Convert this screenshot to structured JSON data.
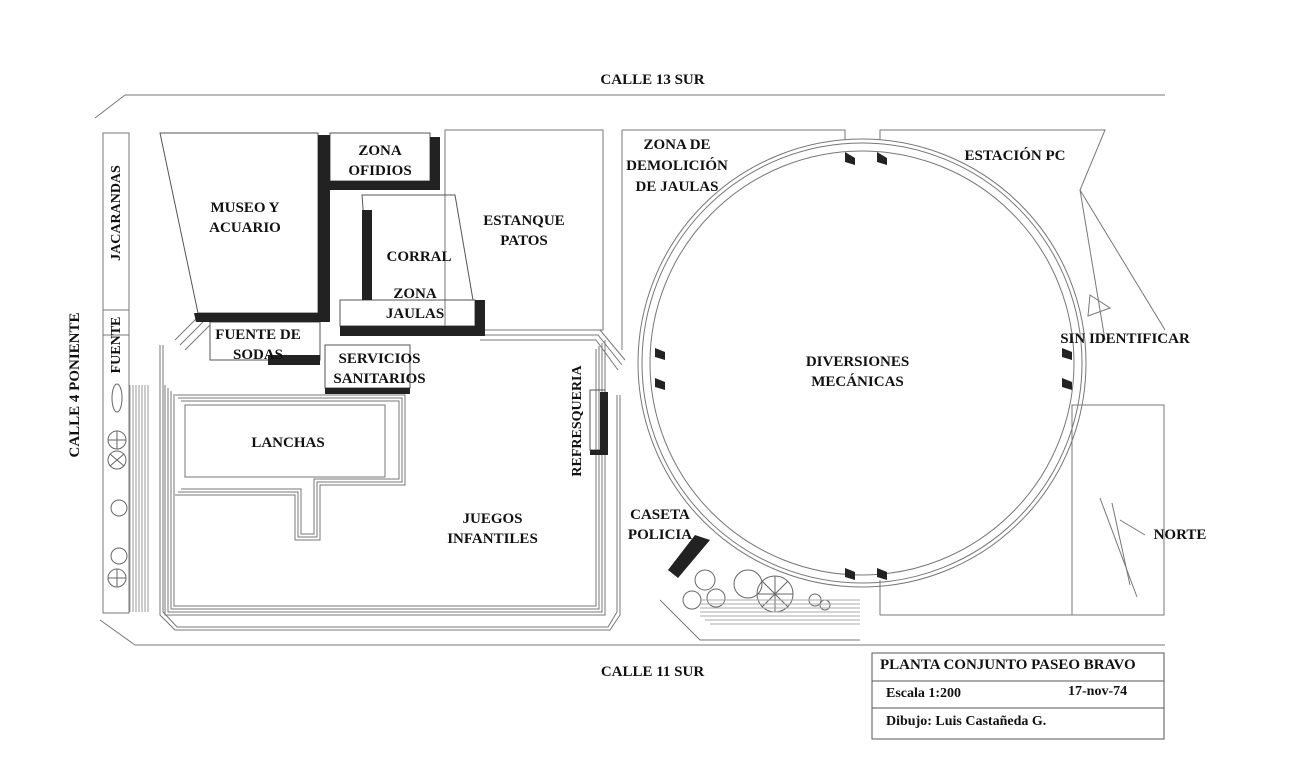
{
  "streets": {
    "north": "CALLE 13 SUR",
    "south": "CALLE 11 SUR",
    "west": "CALLE 4 PONIENTE"
  },
  "zones": {
    "jacarandas": "JACARANDAS",
    "fuente": "FUENTE",
    "museo": [
      "MUSEO Y",
      "ACUARIO"
    ],
    "zona_ofidios": [
      "ZONA",
      "OFIDIOS"
    ],
    "estanque": [
      "ESTANQUE",
      "PATOS"
    ],
    "corral": "CORRAL",
    "zona_jaulas": [
      "ZONA",
      "JAULAS"
    ],
    "fuente_sodas": [
      "FUENTE DE",
      "SODAS"
    ],
    "servicios": [
      "SERVICIOS",
      "SANITARIOS"
    ],
    "lanchas": "LANCHAS",
    "juegos": [
      "JUEGOS",
      "INFANTILES"
    ],
    "refresqueria": "REFRESQUERIA",
    "demolicion": [
      "ZONA DE",
      "DEMOLICIÓN",
      "DE JAULAS"
    ],
    "estacion_pc": "ESTACIÓN PC",
    "sin_identificar": "SIN IDENTIFICAR",
    "diversiones": [
      "DIVERSIONES",
      "MECÁNICAS"
    ],
    "caseta": [
      "CASETA",
      "POLICIA"
    ],
    "norte": "NORTE"
  },
  "title_block": {
    "title": "PLANTA CONJUNTO PASEO BRAVO",
    "scale": "Escala 1:200",
    "date": "17-nov-74",
    "author": "Dibujo: Luis Castañeda G."
  }
}
